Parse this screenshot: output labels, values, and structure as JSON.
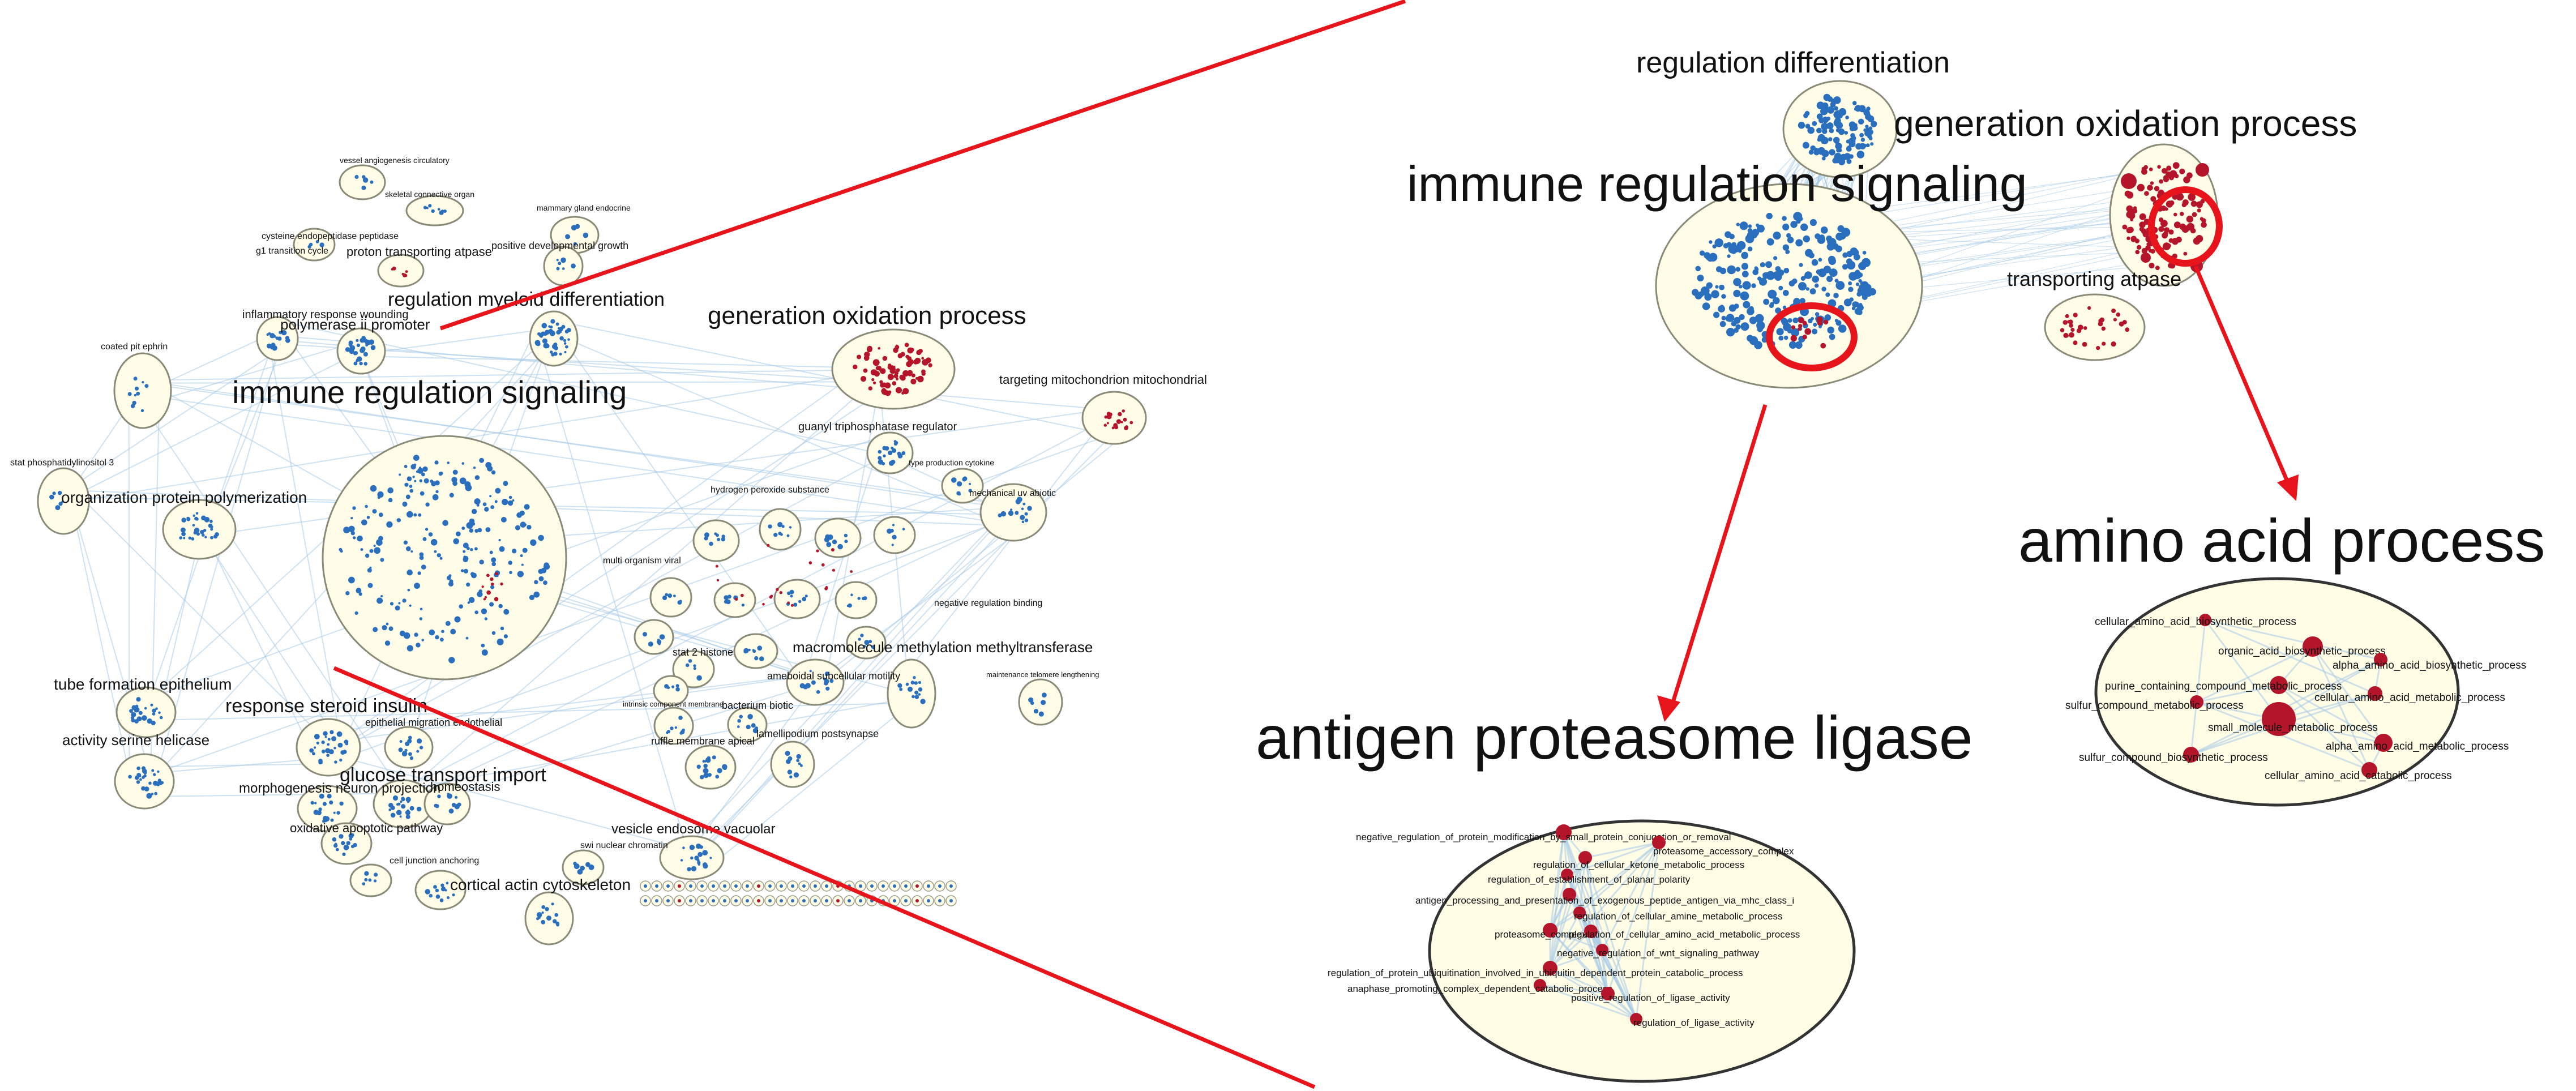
{
  "colors": {
    "blue_node": "#2a6fbd",
    "red_node": "#b5152b",
    "edge": "#a8cbe6",
    "accent": "#e8141c",
    "cluster_fill": "#fffde8"
  },
  "overview": {
    "tiny_labels": {
      "vessel": "vessel angiogenesis circulatory",
      "skeletal": "skeletal connective organ",
      "mammary": "mammary gland endocrine",
      "cysteine": "cysteine endopeptidase peptidase",
      "g1": "g1 transition cycle",
      "inflammatory": "inflammatory response wounding",
      "coated": "coated pit ephrin",
      "stat": "stat phosphatidylinositol 3",
      "targeting": "targeting mitochondrion mitochondrial",
      "guanyl": "guanyl triphosphatase regulator",
      "type_production": "type production cytokine",
      "mechanical": "mechanical uv abiotic",
      "hydrogen": "hydrogen peroxide substance",
      "multi": "multi organism viral",
      "negative_reg": "negative regulation binding",
      "maintenance": "maintenance telomere lengthening",
      "intrinsic": "intrinsic component membrane",
      "ruffle": "ruffle membrane apical",
      "lamellipodium": "lamellipodium postsynapse",
      "epithelial": "epithelial migration endothelial",
      "swi": "swi nuclear chromatin",
      "cell_junction": "cell junction anchoring",
      "positive_dev": "positive developmental growth",
      "ameboidal": "ameboidal subcellular motility",
      "bacterium": "bacterium biotic",
      "stat2": "stat 2 histone"
    },
    "labels": {
      "proton": "proton transporting atpase",
      "reg_myeloid": "regulation myeloid differentiation",
      "polymerase": "polymerase ii promoter",
      "generation": "generation oxidation process",
      "immune": "immune regulation signaling",
      "organization": "organization protein polymerization",
      "macromolecule": "macromolecule methylation methyltransferase",
      "tube": "tube formation epithelium",
      "response_steroid": "response steroid insulin",
      "activity_serine": "activity serine helicase",
      "glucose": "glucose transport import",
      "morphogenesis": "morphogenesis neuron projection",
      "homeostasis": "homeostasis",
      "oxidative": "oxidative apoptotic pathway",
      "vesicle": "vesicle endosome vacuolar",
      "cortical": "cortical actin cytoskeleton"
    }
  },
  "zoom": {
    "reg_diff": "regulation differentiation",
    "generation": "generation oxidation process",
    "immune": "immune regulation signaling",
    "transporting": "transporting atpase",
    "amino_title": "amino acid process",
    "antigen_title": "antigen proteasome ligase"
  },
  "amino_nodes": [
    "cellular_amino_acid_biosynthetic_process",
    "organic_acid_biosynthetic_process",
    "alpha_amino_acid_biosynthetic_process",
    "purine_containing_compound_metabolic_process",
    "cellular_amino_acid_metabolic_process",
    "sulfur_compound_metabolic_process",
    "small_molecule_metabolic_process",
    "alpha_amino_acid_metabolic_process",
    "sulfur_compound_biosynthetic_process",
    "cellular_amino_acid_catabolic_process"
  ],
  "antigen_nodes": [
    "negative_regulation_of_protein_modification_by_small_protein_conjugation_or_removal",
    "proteasome_accessory_complex",
    "regulation_of_cellular_ketone_metabolic_process",
    "regulation_of_establishment_of_planar_polarity",
    "antigen_processing_and_presentation_of_exogenous_peptide_antigen_via_mhc_class_i",
    "regulation_of_cellular_amine_metabolic_process",
    "proteasome_complex",
    "regulation_of_cellular_amino_acid_metabolic_process",
    "negative_regulation_of_wnt_signaling_pathway",
    "regulation_of_protein_ubiquitination_involved_in_ubiquitin_dependent_protein_catabolic_process",
    "anaphase_promoting_complex_dependent_catabolic_process",
    "positive_regulation_of_ligase_activity",
    "regulation_of_ligase_activity"
  ]
}
